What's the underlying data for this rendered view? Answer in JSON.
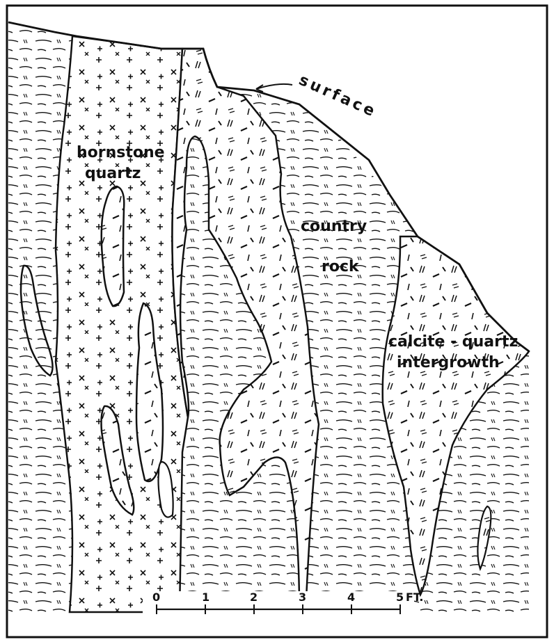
{
  "labels": {
    "surface": "surface",
    "hornstone_line1": "hornstone",
    "hornstone_line2": "quartz",
    "country_line1": "country",
    "country_line2": "rock",
    "calcite_line1": "calcite - quartz",
    "calcite_line2": "intergrowth"
  },
  "scale": {
    "ticks": [
      "0",
      "1",
      "2",
      "3",
      "4",
      "5"
    ],
    "unit": "FT."
  }
}
